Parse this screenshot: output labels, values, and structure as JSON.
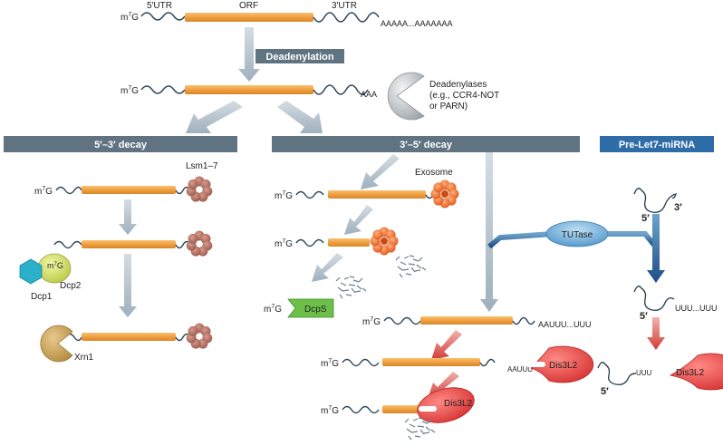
{
  "labels": {
    "utr5": "5′UTR",
    "orf": "ORF",
    "utr3": "3′UTR",
    "polyA": "AAAAA...AAAAAAA",
    "cap_m": "m",
    "cap_7": "7",
    "cap_G": "G",
    "shortA": "AAA",
    "deadenylases_line1": "Deadenylases",
    "deadenylases_line2": "(e.g., CCR4-NOT",
    "deadenylases_line3": "or PARN)",
    "lsm": "Lsm1–7",
    "dcp2": "Dcp2",
    "dcp1": "Dcp1",
    "xrn1": "Xrn1",
    "exosome": "Exosome",
    "dcps": "DcpS",
    "tutase": "TUTase",
    "five_prime": "5′",
    "three_prime": "3′",
    "aauuu": "AAUUU...UUU",
    "aauuu_short": "AAUUU",
    "dis3l2": "Dis3L2",
    "uuu_long": "UUU...UUU",
    "uuu_short": "UUU"
  },
  "banners": {
    "deadenylation": "Deadenylation",
    "decay_53": "5′–3′ decay",
    "decay_35": "3′–5′ decay",
    "prelet7": "Pre-Let7-miRNA"
  },
  "colors": {
    "orf": "#f0a040",
    "banner": "#5f7380",
    "prelet7": "#2f6da8",
    "arrow_gray": "#a7b6c2",
    "arrow_red": "#d33a36",
    "exosome": "#ee6a2a",
    "lsm": "#b06f62",
    "dis3l2": "#e84444",
    "dcps": "#6cc04a",
    "tutase": "#4f94c8"
  }
}
